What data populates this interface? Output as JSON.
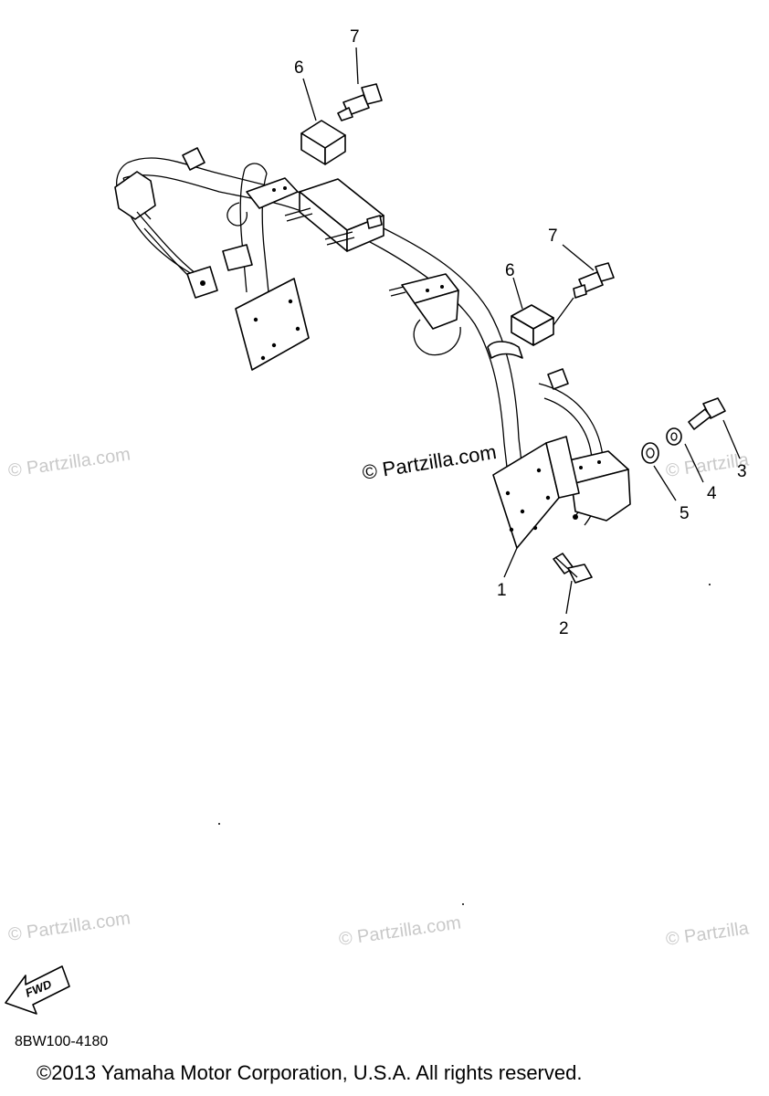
{
  "diagram": {
    "callouts": [
      {
        "id": "1",
        "label": "1"
      },
      {
        "id": "2",
        "label": "2"
      },
      {
        "id": "3",
        "label": "3"
      },
      {
        "id": "4",
        "label": "4"
      },
      {
        "id": "5",
        "label": "5"
      },
      {
        "id": "6a",
        "label": "6"
      },
      {
        "id": "6b",
        "label": "6"
      },
      {
        "id": "7a",
        "label": "7"
      },
      {
        "id": "7b",
        "label": "7"
      }
    ],
    "watermark_main": "© Partzilla.com",
    "watermark": "© Partzilla.com",
    "watermark_cut": "© Partzilla",
    "fwd_label": "FWD"
  },
  "footer": {
    "code": "8BW100-4180",
    "copyright": "©2013 Yamaha Motor Corporation, U.S.A. All rights reserved."
  }
}
